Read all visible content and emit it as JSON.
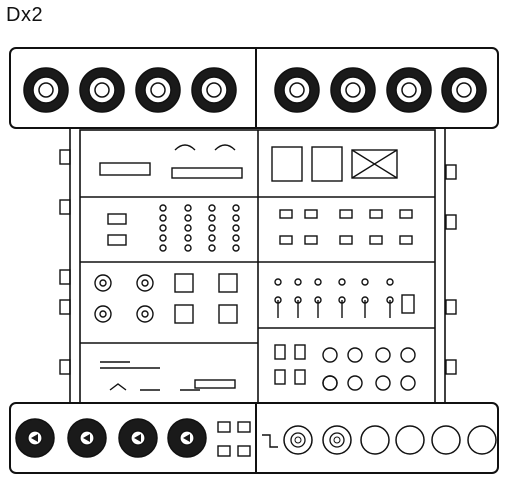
{
  "sprue": {
    "label": "Dx2",
    "stroke": "#111111",
    "fill": "#ffffff",
    "dark_fill": "#1a1a1a",
    "top_tires": 8,
    "bottom_dark_wheels": 4,
    "bottom_light_wheels": 6
  }
}
